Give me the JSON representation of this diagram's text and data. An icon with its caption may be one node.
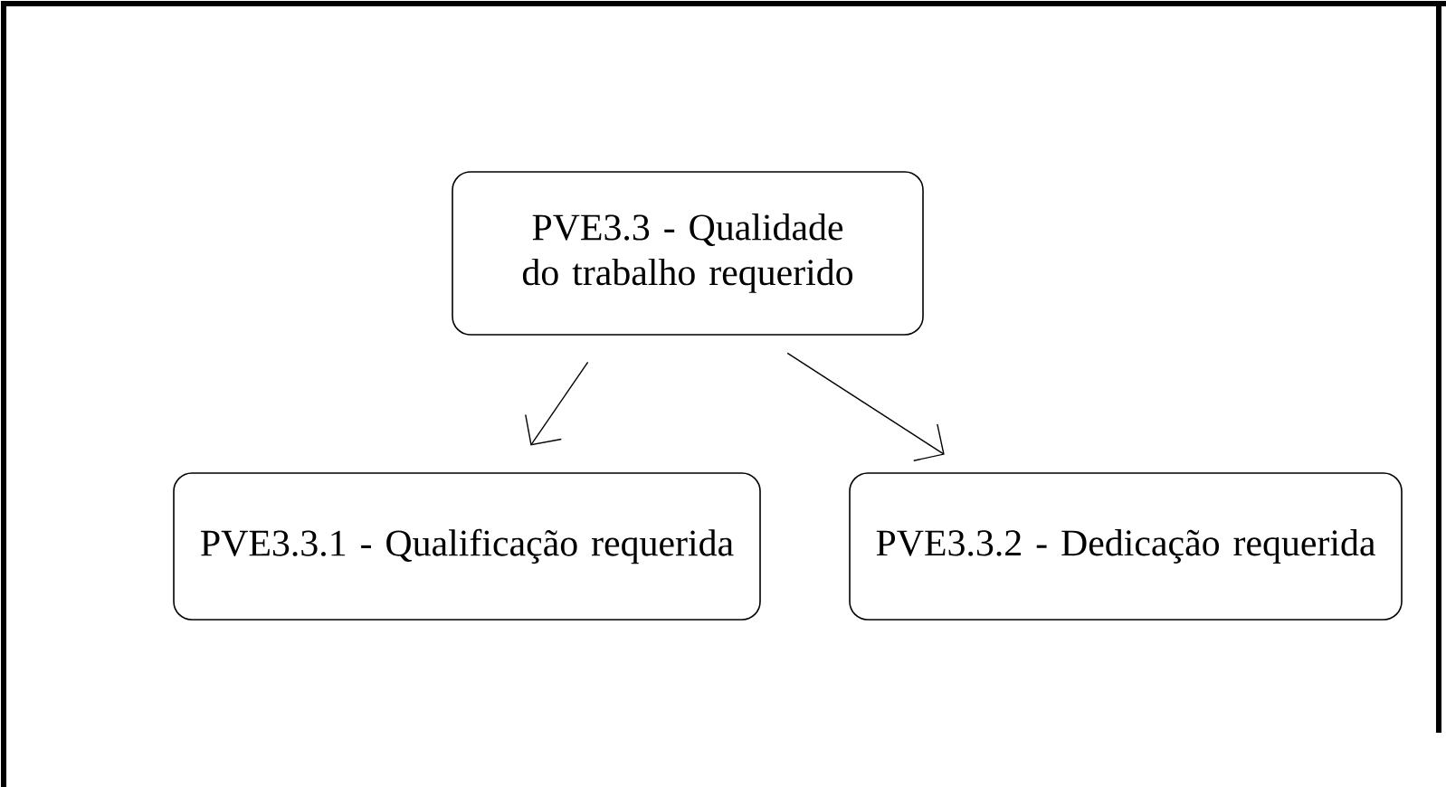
{
  "diagram": {
    "nodes": [
      {
        "text": [
          "PVE3.3 - Qualidade do trabalho requerido"
        ]
      },
      {
        "text": [
          "PVE3.3.1 - Qualificação requerida"
        ]
      },
      {
        "text": [
          "PVE3.3.2 - Dedicação requerida"
        ]
      }
    ],
    "edges": [
      {
        "from": 0,
        "to": 1,
        "arrow": "to"
      },
      {
        "from": 0,
        "to": 2,
        "arrow": "to"
      }
    ]
  }
}
